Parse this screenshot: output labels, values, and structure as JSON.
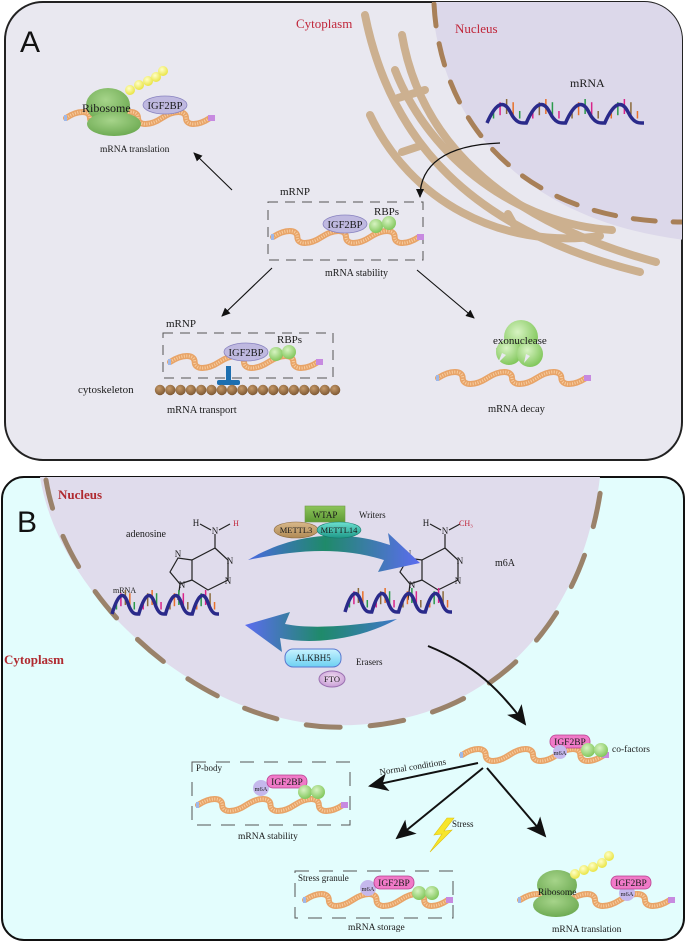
{
  "panel_a": {
    "letter": "A",
    "regions": {
      "cytoplasm": "Cytoplasm",
      "nucleus": "Nucleus"
    },
    "nuclear_mrna_label": "mRNA",
    "translation": {
      "ribosome": "Ribosome",
      "protein": "IGF2BP",
      "caption": "mRNA translation"
    },
    "stability": {
      "box_label": "mRNP",
      "protein": "IGF2BP",
      "rbps": "RBPs",
      "caption": "mRNA stability"
    },
    "transport": {
      "box_label": "mRNP",
      "protein": "IGF2BP",
      "rbps": "RBPs",
      "track": "cytoskeleton",
      "caption": "mRNA transport"
    },
    "decay": {
      "enzyme": "exonuclease",
      "caption": "mRNA decay"
    }
  },
  "panel_b": {
    "letter": "B",
    "regions": {
      "nucleus": "Nucleus",
      "cytoplasm": "Cytoplasm"
    },
    "adenosine": {
      "label": "adenosine",
      "mrna": "mRNA",
      "h_left": "H",
      "n_top": "N",
      "h_right": "H",
      "ring_n": [
        "N",
        "N",
        "N",
        "N"
      ]
    },
    "m6a": {
      "label": "m6A",
      "h_left": "H",
      "n_top": "N",
      "methyl": "CH₃",
      "ring_n": [
        "N",
        "N",
        "N",
        "N"
      ]
    },
    "writers": {
      "label": "Writers",
      "proteins": [
        "WTAP",
        "METTL3",
        "METTL14"
      ]
    },
    "erasers": {
      "label": "Erasers",
      "proteins": [
        "ALKBH5",
        "FTO"
      ]
    },
    "complex": {
      "protein": "IGF2BP",
      "mark": "m6A",
      "cofactors": "co-factors"
    },
    "normal": {
      "arrow_label": "Normal conditions",
      "box_label": "P-body",
      "mark": "m6A",
      "protein": "IGF2BP",
      "caption": "mRNA stability"
    },
    "stress": {
      "arrow_label": "Stress",
      "box_label": "Stress granule",
      "mark": "m6A",
      "protein": "IGF2BP",
      "caption": "mRNA storage"
    },
    "translation": {
      "ribosome": "Ribosome",
      "mark": "m6A",
      "protein": "IGF2BP",
      "caption": "mRNA translation"
    }
  },
  "colors": {
    "panel_a_bg": "#e9e8f0",
    "nucleus_a": "#ddd9ea",
    "panel_b_bg": "#e3fdfd",
    "nucleus_b": "#e0dcec",
    "membrane": "#c8a882",
    "envelope": "#a88860",
    "label_red": "#c0263a",
    "igf2bp_a": "#bfb9e0",
    "igf2bp_b": "#f07ac8",
    "green": "#8fce6a",
    "yellow": "#f2ee52",
    "mrna_strand": "#f0b27a"
  }
}
